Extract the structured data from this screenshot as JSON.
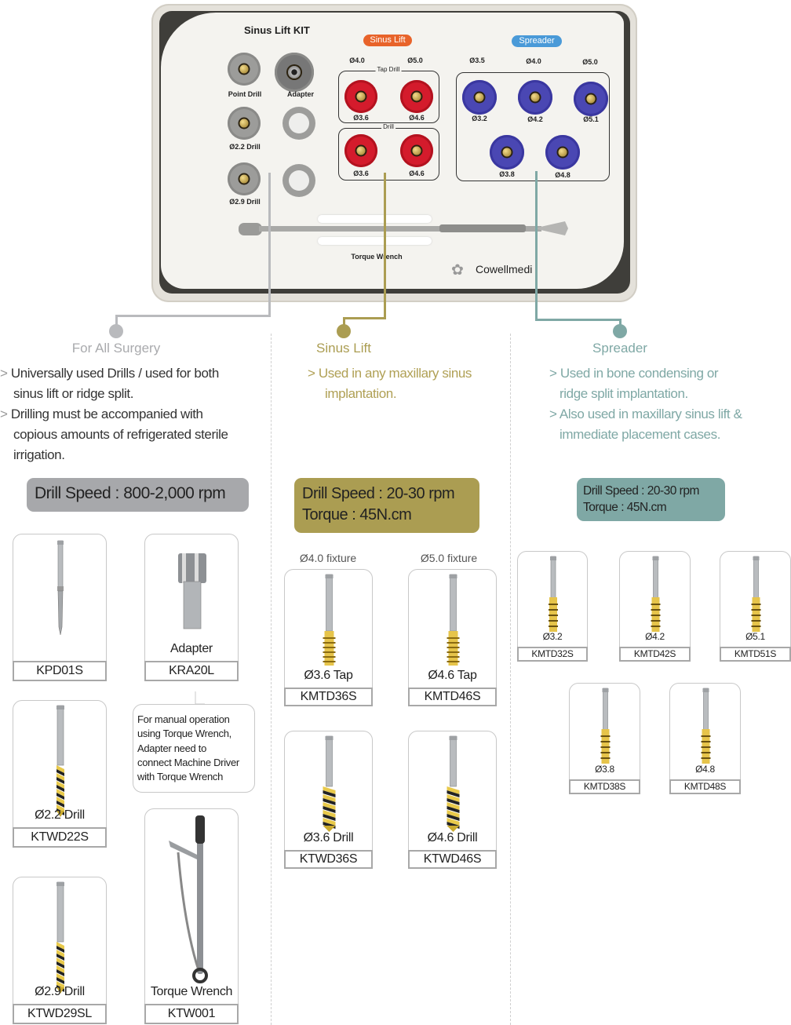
{
  "kit": {
    "title": "Sinus Lift KIT",
    "sinus_badge": "Sinus Lift",
    "spreader_badge": "Spreader",
    "left_labels": [
      "Point Drill",
      "Adapter",
      "Ø2.2 Drill",
      "Ø2.9 Drill"
    ],
    "sinus_diameters": [
      "Ø4.0",
      "Ø5.0"
    ],
    "tap_drill_legend": "Tap Drill",
    "drill_legend": "Drill",
    "tap_labels": [
      "Ø3.6",
      "Ø4.6"
    ],
    "drill_labels": [
      "Ø3.6",
      "Ø4.6"
    ],
    "spreader_diameters": [
      "Ø3.5",
      "Ø4.0",
      "Ø5.0"
    ],
    "spreader_labels": [
      "Ø3.2",
      "Ø4.2",
      "Ø5.1",
      "Ø3.8",
      "Ø4.8"
    ],
    "wrench_label": "Torque Wrench",
    "brand": "Cowellmedi",
    "colors": {
      "sinus_badge": "#e8632a",
      "spreader_badge": "#4a9ad8",
      "holder_red": "#d41b2c",
      "holder_blue": "#4a47b3"
    }
  },
  "sections": {
    "all": {
      "heading": "For All Surgery",
      "color": "#a9aaad",
      "bullets": [
        [
          "Universally used Drills / used for both",
          "sinus lift or ridge split."
        ],
        [
          "Drilling must be accompanied with",
          "copious amounts of refrigerated sterile",
          "irrigation."
        ]
      ],
      "speed": [
        "Drill Speed : 800-2,000 rpm"
      ]
    },
    "sinus": {
      "heading": "Sinus Lift",
      "color": "#ab9d52",
      "bullets": [
        [
          "Used in any maxillary sinus",
          "implantation."
        ]
      ],
      "speed": [
        "Drill Speed : 20-30 rpm",
        "Torque : 45N.cm"
      ],
      "fixture_labels": [
        "Ø4.0 fixture",
        "Ø5.0 fixture"
      ]
    },
    "spreader": {
      "heading": "Spreader",
      "color": "#7fa8a5",
      "bullets": [
        [
          "Used in bone condensing or",
          "ridge split implantation."
        ],
        [
          "Also used in maxillary sinus lift &",
          "immediate placement cases."
        ]
      ],
      "speed": [
        "Drill Speed : 20-30 rpm",
        "Torque : 45N.cm"
      ]
    }
  },
  "bullet_marker": ">",
  "note": [
    "For manual operation",
    "using Torque Wrench,",
    "Adapter need to",
    "connect Machine Driver",
    "with Torque Wrench"
  ],
  "products": [
    {
      "label": "",
      "code": "KPD01S",
      "tool": "point-drill"
    },
    {
      "label": "Adapter",
      "code": "KRA20L",
      "tool": "adapter"
    },
    {
      "label": "Ø2.2 Drill",
      "code": "KTWD22S",
      "tool": "twist-drill"
    },
    {
      "label": "Ø2.9 Drill",
      "code": "KTWD29SL",
      "tool": "twist-drill"
    },
    {
      "label": "Torque Wrench",
      "code": "KTW001",
      "tool": "torque-wrench"
    },
    {
      "label": "Ø3.6 Tap",
      "code": "KMTD36S",
      "tool": "tap-drill"
    },
    {
      "label": "Ø4.6 Tap",
      "code": "KMTD46S",
      "tool": "tap-drill"
    },
    {
      "label": "Ø3.6 Drill",
      "code": "KTWD36S",
      "tool": "sinus-drill"
    },
    {
      "label": "Ø4.6 Drill",
      "code": "KTWD46S",
      "tool": "sinus-drill"
    },
    {
      "label": "Ø3.2",
      "code": "KMTD32S",
      "tool": "spreader"
    },
    {
      "label": "Ø4.2",
      "code": "KMTD42S",
      "tool": "spreader"
    },
    {
      "label": "Ø5.1",
      "code": "KMTD51S",
      "tool": "spreader"
    },
    {
      "label": "Ø3.8",
      "code": "KMTD38S",
      "tool": "spreader"
    },
    {
      "label": "Ø4.8",
      "code": "KMTD48S",
      "tool": "spreader"
    }
  ]
}
